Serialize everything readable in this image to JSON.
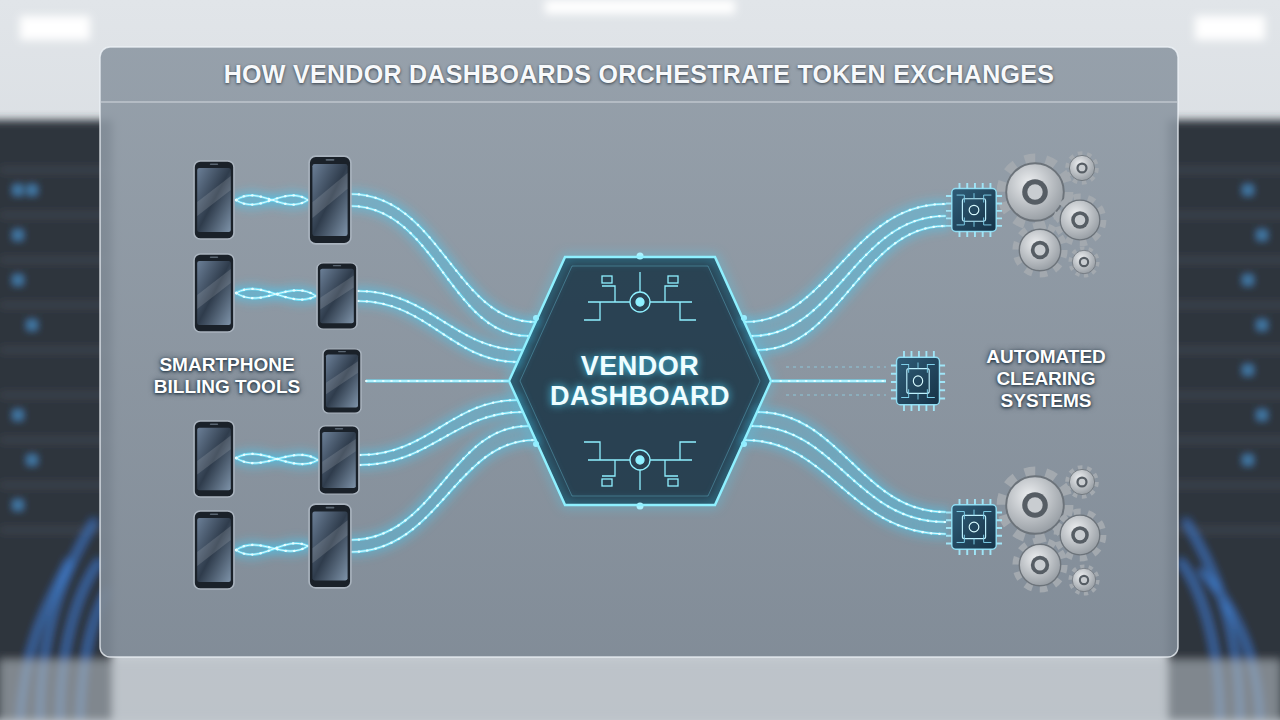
{
  "diagram": {
    "title": "HOW VENDOR DASHBOARDS ORCHESTRATE TOKEN EXCHANGES",
    "nodes": [
      {
        "text": [
          "SMARTPHONE BILLING TOOLS"
        ]
      },
      {
        "text": [
          "VENDOR DASHBOARD"
        ]
      },
      {
        "text": [
          "AUTOMATED CLEARING SYSTEMS"
        ]
      }
    ],
    "edges": [
      {
        "from": 0,
        "to": 1,
        "arrow": "none"
      },
      {
        "from": 1,
        "to": 2,
        "arrow": "none"
      }
    ]
  }
}
